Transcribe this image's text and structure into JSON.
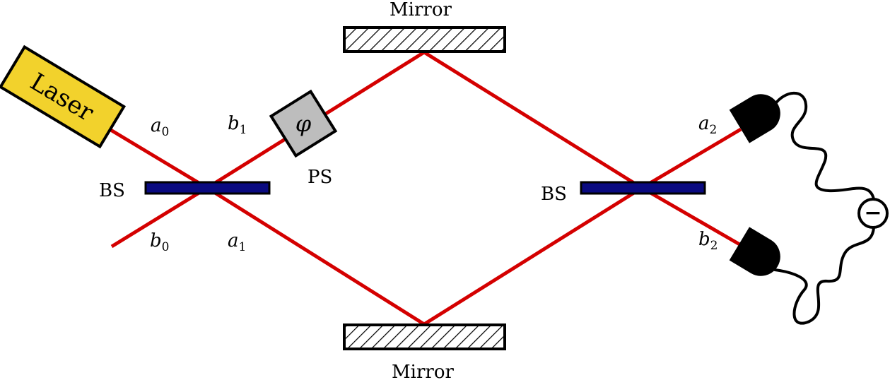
{
  "labels": {
    "mirror_top": "Mirror",
    "mirror_bottom": "Mirror",
    "laser": "Laser",
    "bs_left": "BS",
    "bs_right": "BS",
    "phase_shifter": "PS",
    "phase_symbol": "φ",
    "subtractor_symbol": "−"
  },
  "ports": {
    "a0": {
      "base": "a",
      "sub": "0"
    },
    "b1": {
      "base": "b",
      "sub": "1"
    },
    "b0": {
      "base": "b",
      "sub": "0"
    },
    "a1": {
      "base": "a",
      "sub": "1"
    },
    "a2": {
      "base": "a",
      "sub": "2"
    },
    "b2": {
      "base": "b",
      "sub": "2"
    }
  },
  "colors": {
    "beam": "#d40000",
    "laser_fill": "#f2d22c",
    "beamsplitter_fill": "#0a0a80",
    "phase_shifter_fill": "#bdbdbd",
    "detector_fill": "#000000"
  }
}
